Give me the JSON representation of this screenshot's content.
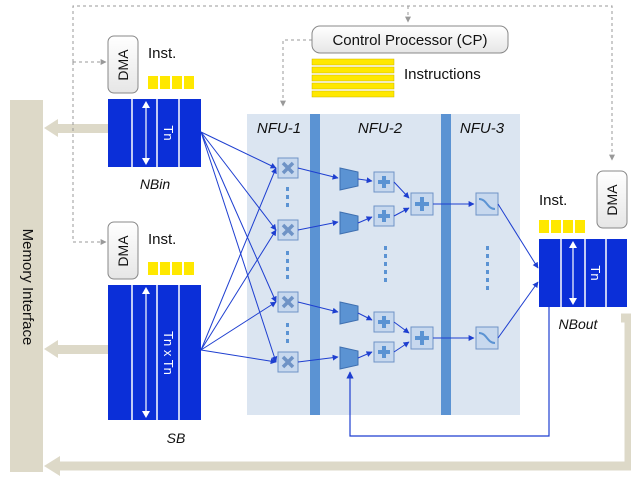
{
  "labels": {
    "memory_interface": "Memory Interface",
    "dma": "DMA",
    "inst": "Inst.",
    "control_processor": "Control Processor (CP)",
    "instructions": "Instructions",
    "nbin": "NBin",
    "sb": "SB",
    "nbout": "NBout",
    "nbin_size": "Tn",
    "sb_size": "Tn x Tn",
    "nbout_size": "Tn",
    "nfu1": "NFU-1",
    "nfu2": "NFU-2",
    "nfu3": "NFU-3"
  },
  "colors": {
    "buffer_blue": "#0b2fd8",
    "instruction_yellow": "#ffe800",
    "memory_bar": "#ddd9c8",
    "nfu_panel": "#dbe5f1",
    "pipeline_bar": "#5b93d3",
    "wire_blue": "#1e3fd0"
  },
  "icons": {
    "multiplier": "x-symbol",
    "adder": "plus-symbol",
    "activation": "sigmoid-curve",
    "max_unit": "trapezoid"
  }
}
